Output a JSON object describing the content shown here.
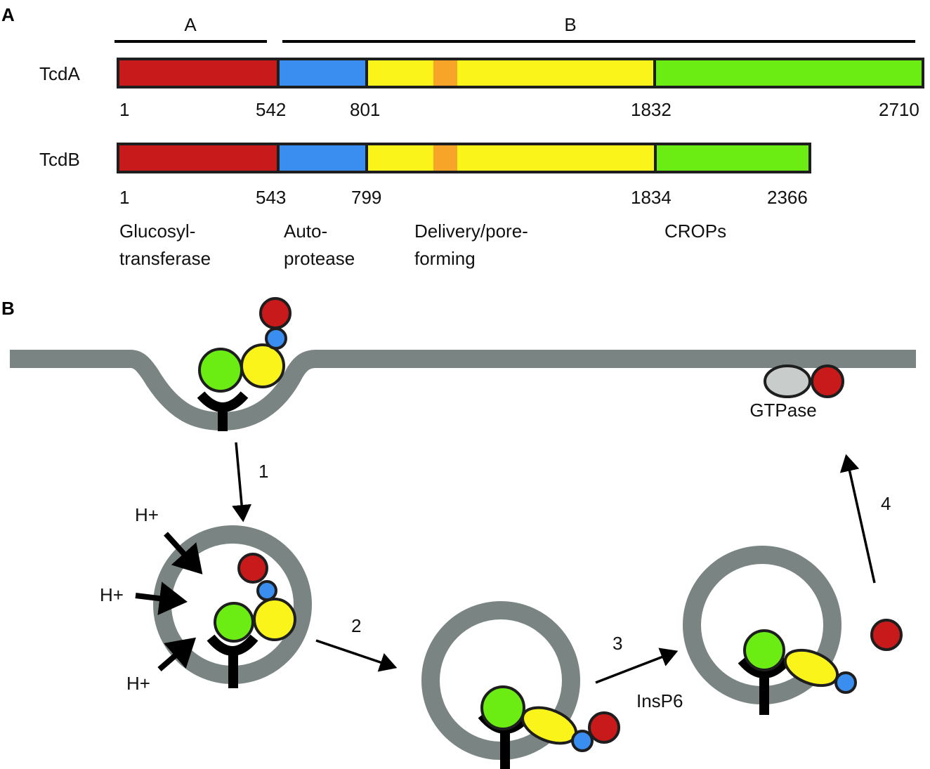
{
  "panels": {
    "a": "A",
    "b": "B"
  },
  "colors": {
    "glucosyltransferase": "#c81a1a",
    "autoprotease": "#3a8ef0",
    "delivery": "#fbf41a",
    "delivery_patch": "#f7a528",
    "crops": "#6bec12",
    "membrane": "#7a8583",
    "gtpase": "#c8cccb",
    "outline": "#1e1e1e"
  },
  "subunits": {
    "a": "A",
    "b": "B"
  },
  "toxins": [
    {
      "name": "TcdA",
      "positions": [
        "1",
        "542",
        "801",
        "1832",
        "2710"
      ]
    },
    {
      "name": "TcdB",
      "positions": [
        "1",
        "543",
        "799",
        "1834",
        "2366"
      ]
    }
  ],
  "domains": [
    {
      "line1": "Glucosyl-",
      "line2": "transferase"
    },
    {
      "line1": "Auto-",
      "line2": "protease"
    },
    {
      "line1": "Delivery/pore-",
      "line2": "forming"
    },
    {
      "line1": "CROPs",
      "line2": ""
    }
  ],
  "pathway": {
    "steps": [
      "1",
      "2",
      "3",
      "4"
    ],
    "protons": [
      "H+",
      "H+",
      "H+"
    ],
    "cofactor": "InsP6",
    "target": "GTPase"
  }
}
